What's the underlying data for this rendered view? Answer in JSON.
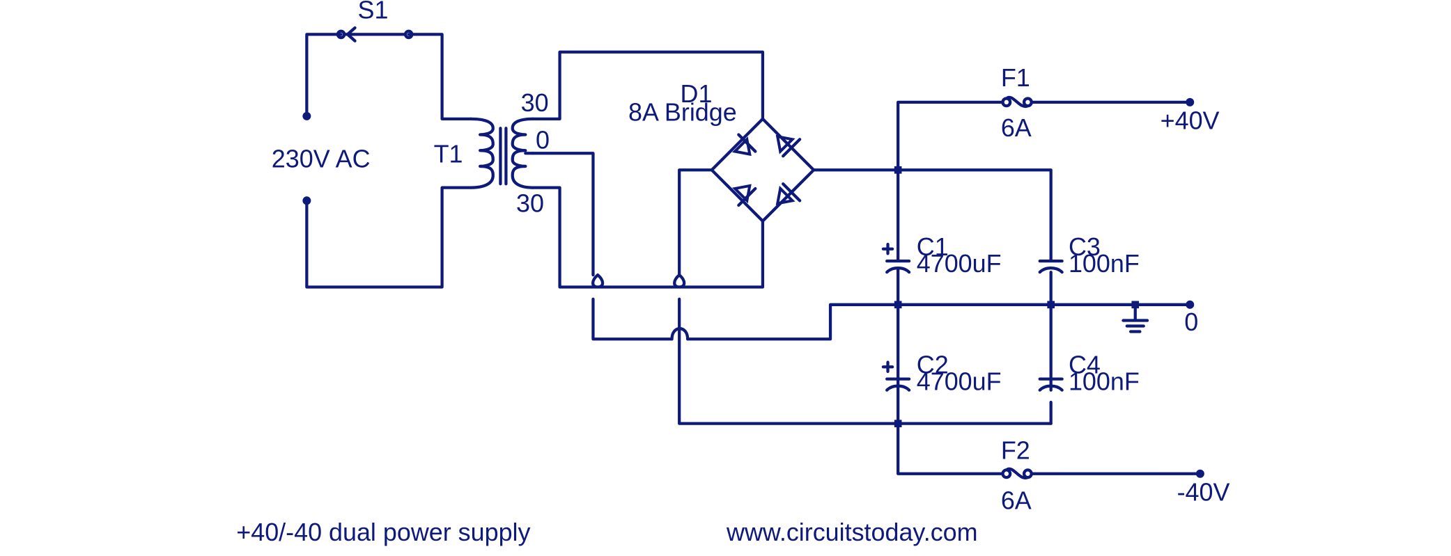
{
  "colors": {
    "ink": "#0d1a7a",
    "background": "#ffffff"
  },
  "switch": {
    "ref": "S1"
  },
  "source": {
    "label": "230V AC"
  },
  "transformer": {
    "ref": "T1",
    "tap_top": "30",
    "tap_center": "0",
    "tap_bottom": "30"
  },
  "bridge": {
    "ref": "D1",
    "value": "8A Bridge"
  },
  "fuse1": {
    "ref": "F1",
    "value": "6A"
  },
  "fuse2": {
    "ref": "F2",
    "value": "6A"
  },
  "cap1": {
    "ref": "C1",
    "value": "4700uF",
    "polarity": "+"
  },
  "cap2": {
    "ref": "C2",
    "value": "4700uF",
    "polarity": "+"
  },
  "cap3": {
    "ref": "C3",
    "value": "100nF"
  },
  "cap4": {
    "ref": "C4",
    "value": "100nF"
  },
  "outputs": {
    "positive": "+40V",
    "ground": "0",
    "negative": "-40V"
  },
  "footer": {
    "title": "+40/-40 dual power supply",
    "website": "www.circuitstoday.com"
  }
}
